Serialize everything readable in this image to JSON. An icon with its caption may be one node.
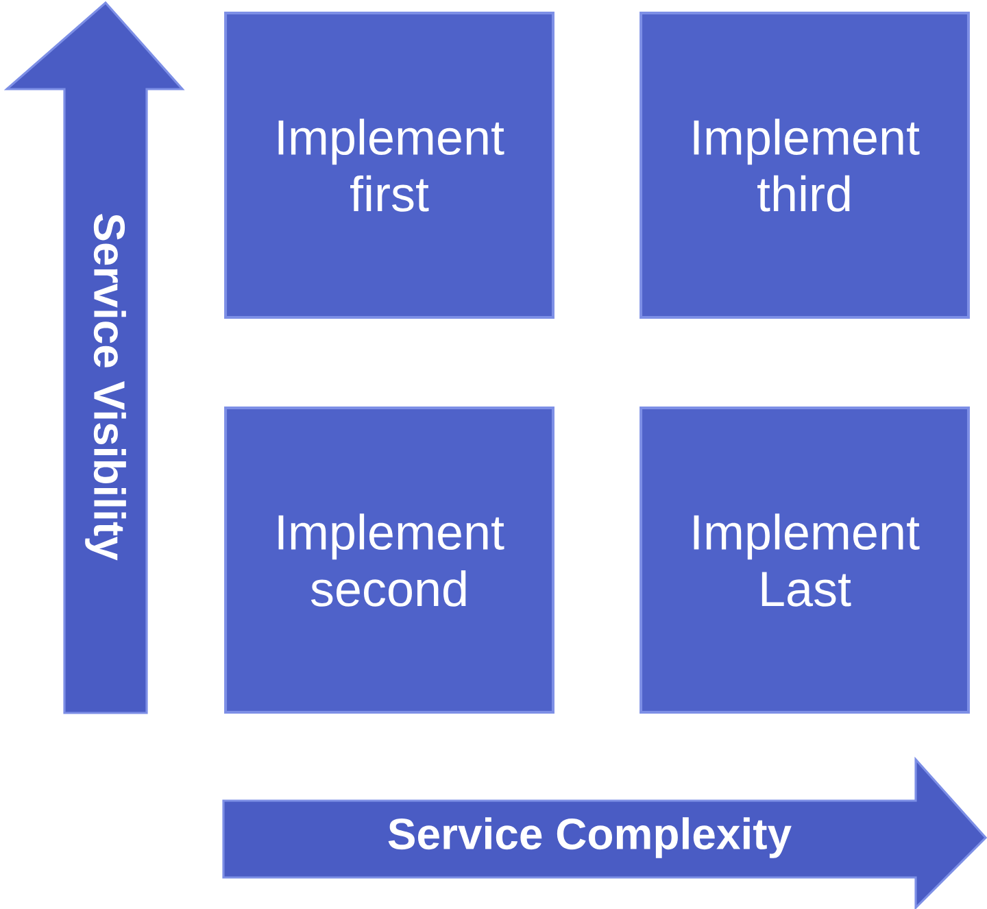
{
  "diagram": {
    "nodes": [
      {
        "text": [
          "Service Visibility"
        ]
      },
      {
        "text": [
          "Implement first"
        ]
      },
      {
        "text": [
          "Implement third"
        ]
      },
      {
        "text": [
          "Implement second"
        ]
      },
      {
        "text": [
          "Implement Last"
        ]
      },
      {
        "text": [
          "Service Complexity"
        ]
      }
    ]
  }
}
